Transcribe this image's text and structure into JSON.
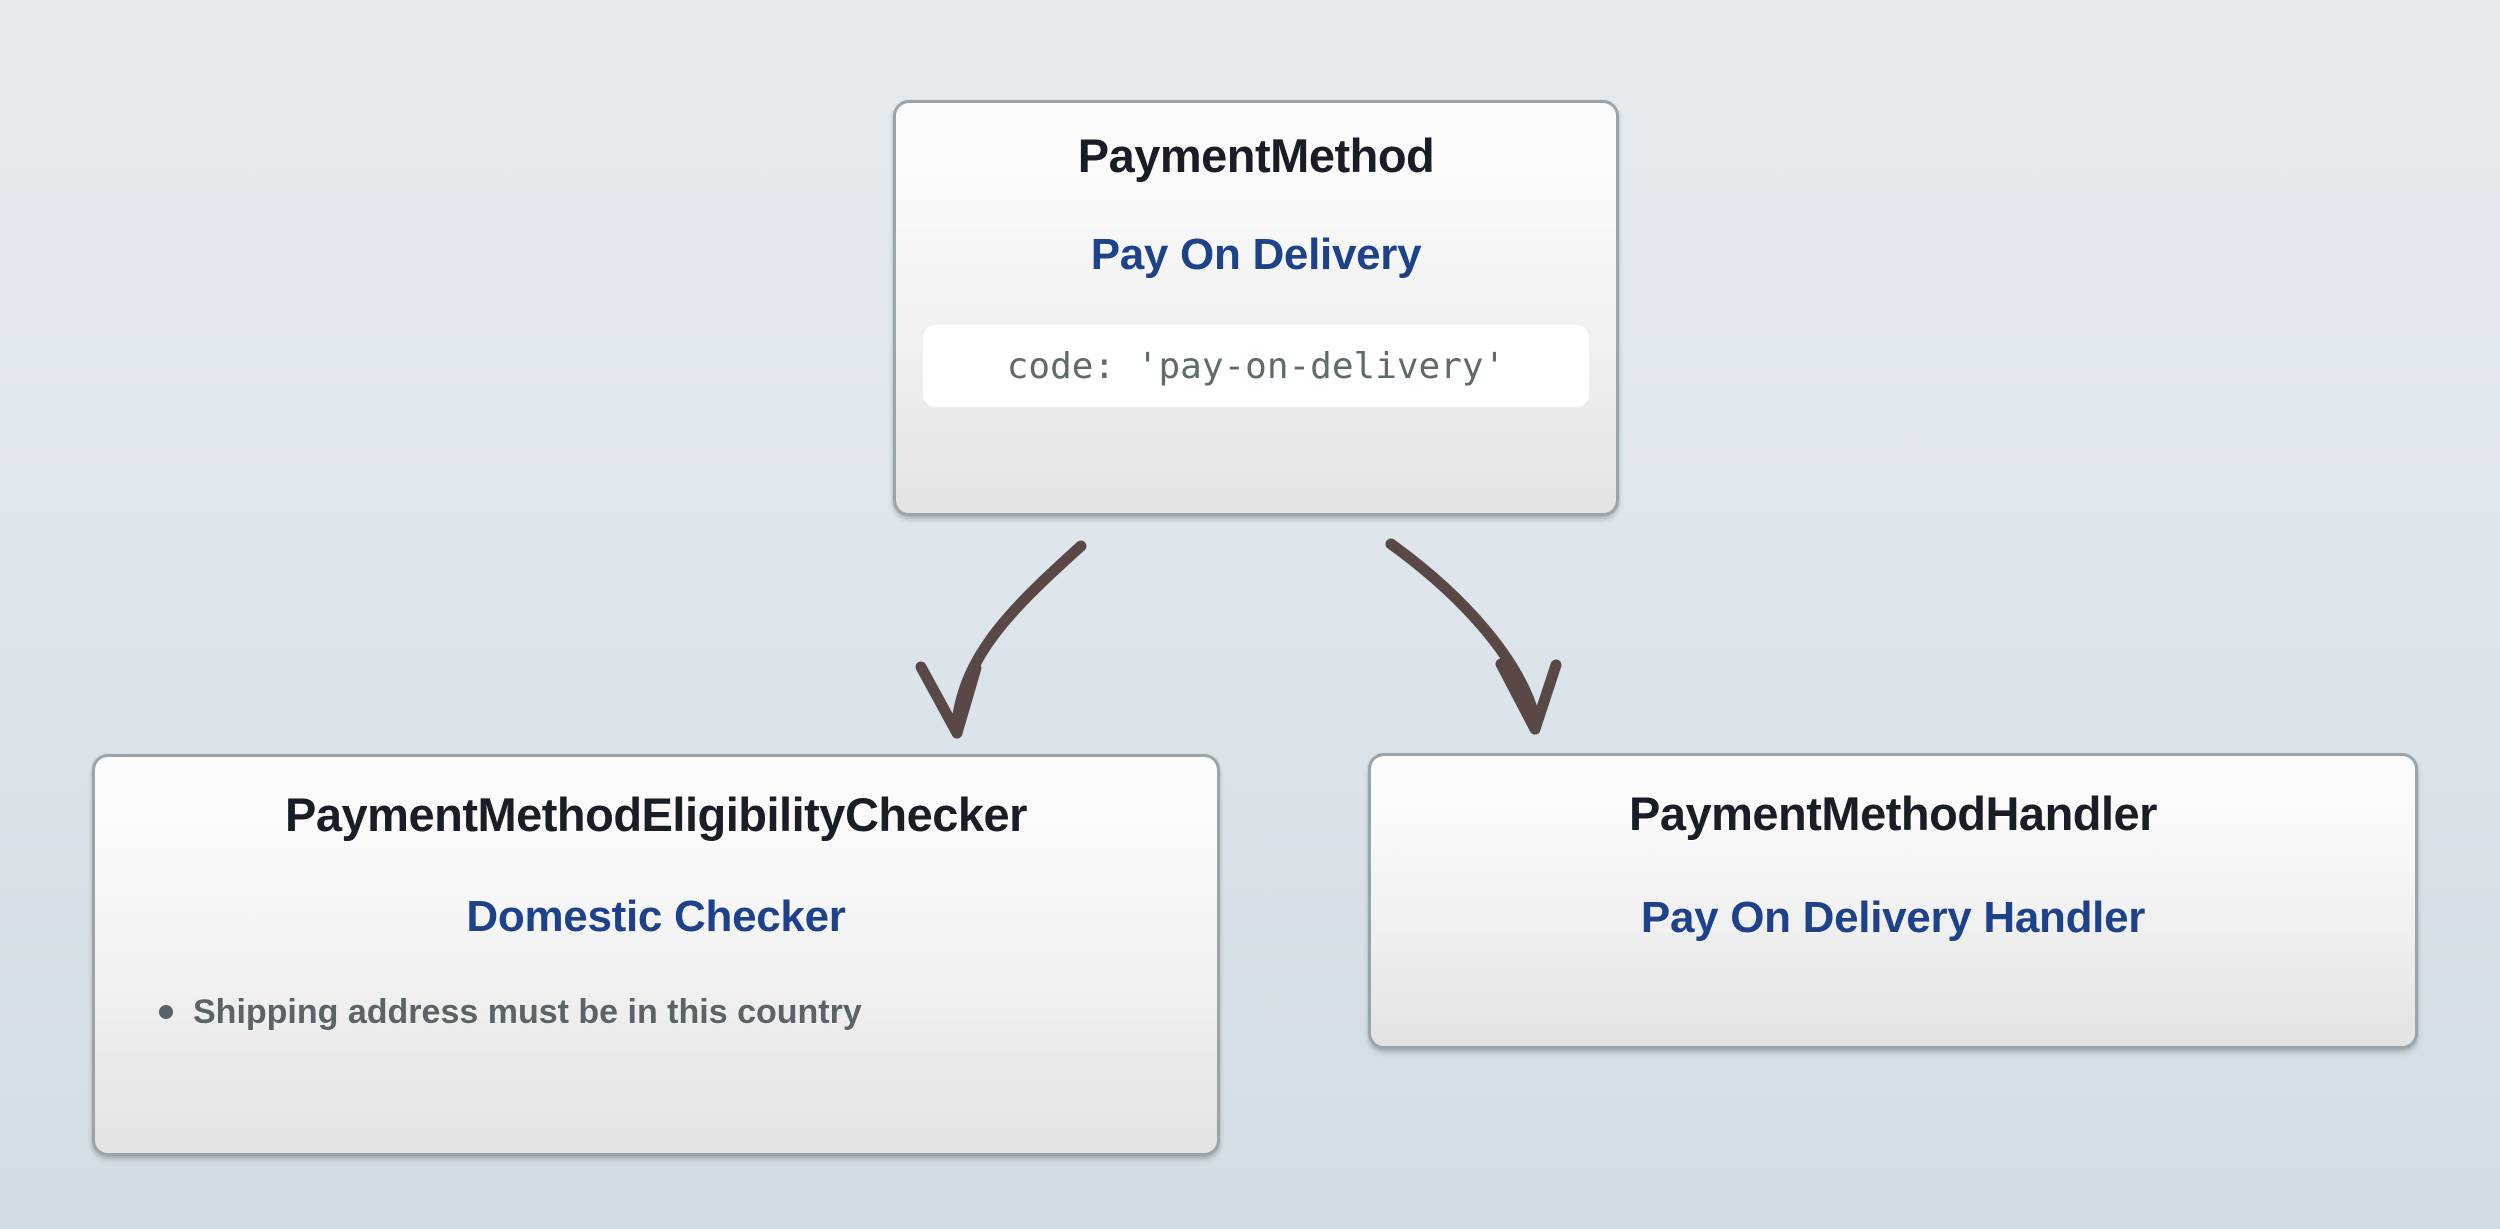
{
  "diagram": {
    "background_top_color": "#e6ebef",
    "background_bottom_color": "#d2dce4",
    "card_border_color": "#9ba4a9",
    "title_color": "#191d26",
    "subtitle_color": "#1d4289",
    "bullet_text_color": "#5a6468",
    "code_text_color": "#5f6b6b",
    "arrow_color": "#5a4846",
    "nodes": [
      {
        "id": "payment-method",
        "title": "PaymentMethod",
        "subtitle": "Pay On Delivery",
        "code": "code: 'pay-on-delivery'"
      },
      {
        "id": "eligibility-checker",
        "title": "PaymentMethodEligibilityChecker",
        "subtitle": "Domestic Checker",
        "bullets": [
          "Shipping address must be in this country"
        ]
      },
      {
        "id": "payment-handler",
        "title": "PaymentMethodHandler",
        "subtitle": "Pay On Delivery Handler"
      }
    ],
    "edges": [
      {
        "id": "edge-to-eligibility-checker",
        "from": "payment-method",
        "to": "eligibility-checker"
      },
      {
        "id": "edge-to-payment-handler",
        "from": "payment-method",
        "to": "payment-handler"
      }
    ]
  }
}
